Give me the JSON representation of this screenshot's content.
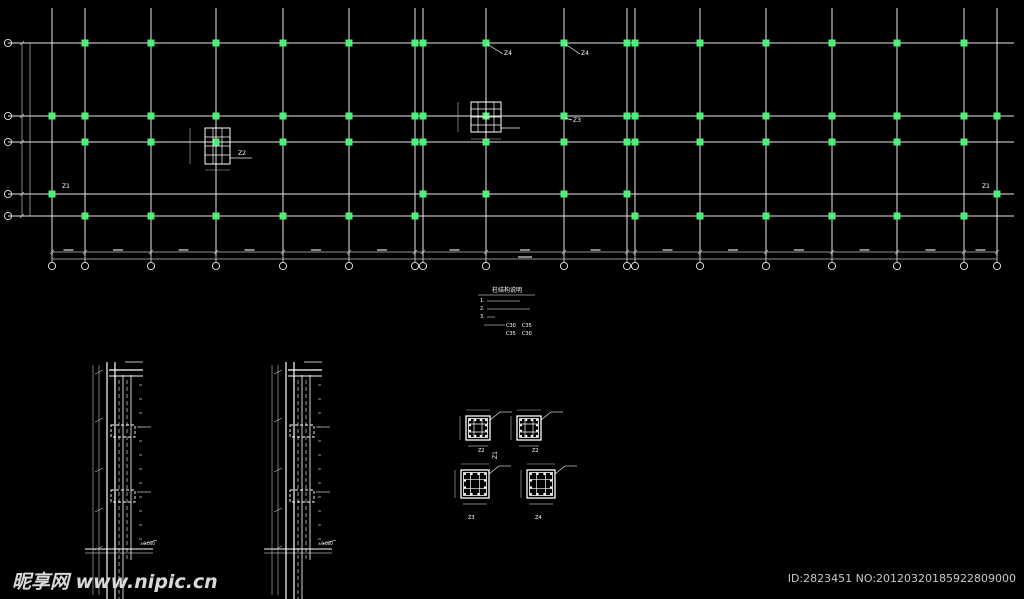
{
  "plan": {
    "column_marks": [
      "Z4",
      "Z4",
      "Z3",
      "Z2",
      "Z1",
      "Z1"
    ],
    "notes_title": "柱结构说明",
    "notes_lines": [
      "1.",
      "2.",
      "3.",
      "C30",
      "C35",
      "C35",
      "C30"
    ]
  },
  "details": {
    "captions": [
      "Z2",
      "Z2",
      "Z3",
      "Z4"
    ],
    "heading_mark": "Z1"
  },
  "elevations": {
    "level_labels": [
      "±0.000",
      "±0.000"
    ]
  },
  "colors": {
    "column": "#4cf07a",
    "grid": "#e8e8e8",
    "detail": "#ffffff",
    "dim": "#bfbfbf"
  },
  "watermark": {
    "logo_text": "昵享网 www.nipic.cn",
    "id_text": "ID:2823451 NO:20120320185922809000"
  }
}
